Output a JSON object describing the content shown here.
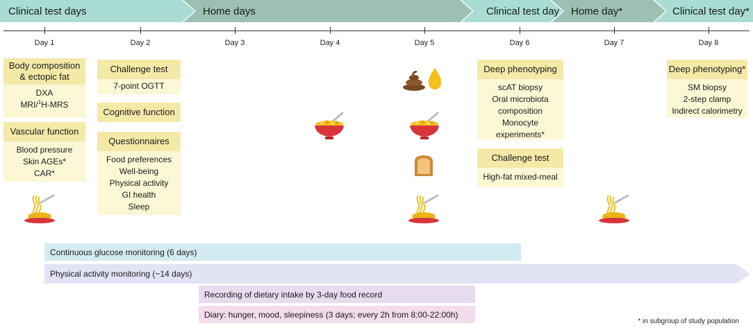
{
  "phases": [
    {
      "label": "Clinical test days",
      "color": "#a9ddd3"
    },
    {
      "label": "Home days",
      "color": "#9cc1b3"
    },
    {
      "label": "Clinical test day",
      "color": "#a9ddd3"
    },
    {
      "label": "Home day*",
      "color": "#9cc1b3"
    },
    {
      "label": "Clinical test day*",
      "color": "#a9ddd3"
    }
  ],
  "days": [
    "Day 1",
    "Day 2",
    "Day 3",
    "Day 4",
    "Day 5",
    "Day 6",
    "Day 7",
    "Day 8"
  ],
  "day1": {
    "body_comp": {
      "title_line1": "Body composition",
      "title_line2": "& ectopic fat",
      "items": [
        "DXA",
        "MRI/",
        "H-MRS"
      ],
      "sup": "1"
    },
    "vascular": {
      "title": "Vascular function",
      "items": [
        "Blood pressure",
        "Skin AGEs*",
        "CAR*"
      ]
    }
  },
  "day2": {
    "challenge": {
      "title": "Challenge test",
      "items": [
        "7-point OGTT"
      ]
    },
    "cognitive": {
      "title": "Cognitive function"
    },
    "questionnaires": {
      "title": "Questionnaires",
      "items": [
        "Food preferences",
        "Well-being",
        "Physical activity",
        "GI health",
        "Sleep"
      ]
    }
  },
  "day6": {
    "deep": {
      "title": "Deep phenotyping",
      "items": [
        "scAT biopsy",
        "Oral microbiota",
        "composition",
        "Monocyte",
        "experiments*"
      ]
    },
    "challenge": {
      "title": "Challenge test",
      "items": [
        "High-fat mixed-meal"
      ]
    }
  },
  "day8": {
    "deep": {
      "title": "Deep phenotyping*",
      "items": [
        "SM biopsy",
        "2-step clamp",
        "Indirect calorimetry"
      ]
    }
  },
  "bars": {
    "cgm": {
      "label": "Continuous glucose monitoring (6 days)",
      "color": "#d3ebf1"
    },
    "pam": {
      "label": "Physical activity monitoring (~14 days)",
      "color": "#e2e3f4"
    },
    "diet": {
      "label": "Recording of dietary intake by 3-day food record",
      "color": "#e7dbef"
    },
    "diary": {
      "label": "Diary: hunger, mood, sleepiness (3 days; every 2h from 8:00-22:00h)",
      "color": "#f4dcec"
    }
  },
  "icons": [
    "spaghetti-icon",
    "cereal-bowl-icon",
    "stool-sample-icon",
    "urine-drop-icon",
    "toast-icon"
  ],
  "footnote": "* in subgroup of study population"
}
